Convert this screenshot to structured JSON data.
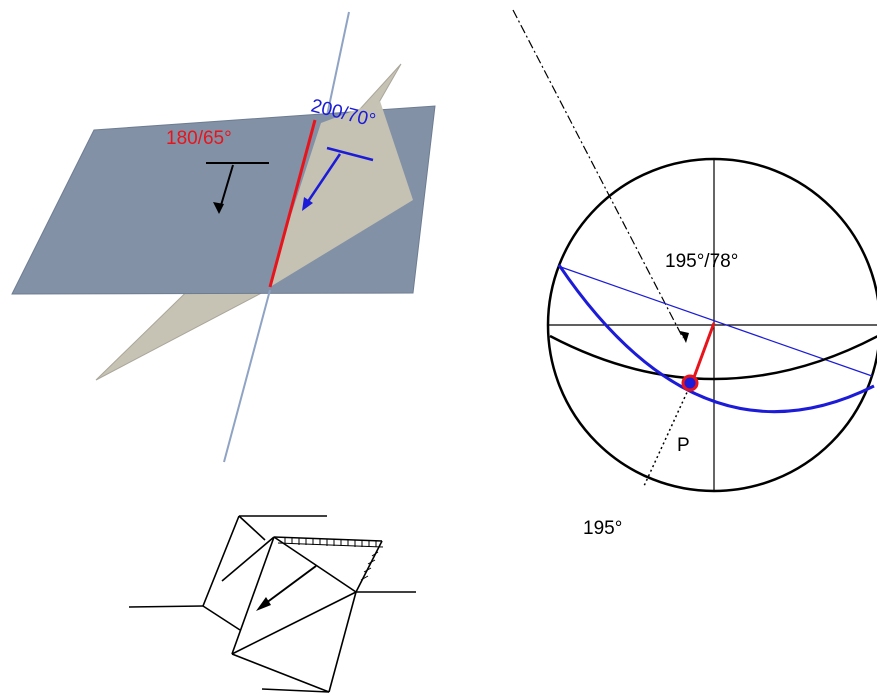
{
  "planes": {
    "plane_a_label": "180/65°",
    "plane_a_color": "#e8141b",
    "plane_b_label": "200/70°",
    "plane_b_color": "#1c1cd8",
    "plane_a_fill": "#8391a6",
    "plane_b_fill": "#c6c3b4"
  },
  "stereonet": {
    "line_label": "195°/78°",
    "trend_label": "195°",
    "point_label": "P"
  }
}
